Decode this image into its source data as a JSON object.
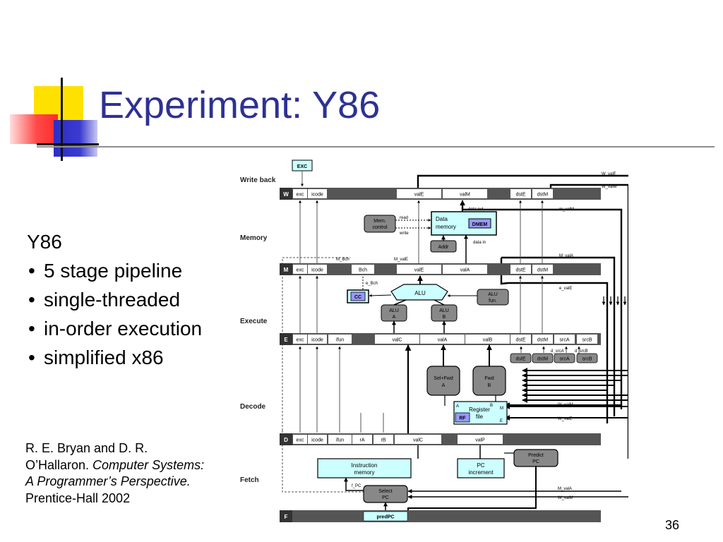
{
  "slide": {
    "title": "Experiment: Y86",
    "heading": "Y86",
    "bullets": [
      "5 stage pipeline",
      "single-threaded",
      "in-order execution",
      "simplified x86"
    ],
    "reference": {
      "line1": "R. E. Bryan and D. R.",
      "line2_plain": "O’Hallaron. ",
      "line2_italic": "Computer Systems:",
      "line3_italic": "A Programmer’s Perspective.",
      "line4": "Prentice-Hall 2002"
    },
    "page_number": "36"
  },
  "colors": {
    "title": "#2e3192",
    "deco_yellow": "#ffe100",
    "deco_red": "#ff4444",
    "deco_blue": "#3333cc",
    "unit_cyan": "#ccffff",
    "unit_gray": "#888888",
    "register_bar": "#555555"
  },
  "diagram": {
    "stage_labels": {
      "write_back": "Write back",
      "memory": "Memory",
      "execute": "Execute",
      "decode": "Decode",
      "fetch": "Fetch"
    },
    "exc": "EXC",
    "registers": {
      "W": [
        "W",
        "exc",
        "icode",
        "valE",
        "valM",
        "dstE",
        "dstM"
      ],
      "M": [
        "M",
        "exc",
        "icode",
        "Bch",
        "valE",
        "valA",
        "dstE",
        "dstM"
      ],
      "E": [
        "E",
        "exc",
        "icode",
        "ifun",
        "valC",
        "valA",
        "valB",
        "dstE",
        "dstM",
        "srcA",
        "srcB"
      ],
      "D": [
        "D",
        "exc",
        "icode",
        "ifun",
        "rA",
        "rB",
        "valC",
        "valP"
      ],
      "F": [
        "F",
        "predPC"
      ]
    },
    "decode_fields": [
      "dstE",
      "dstM",
      "srcA",
      "srcB"
    ],
    "units": {
      "mem_control": [
        "Mem.",
        "control"
      ],
      "data_memory": [
        "Data",
        "memory"
      ],
      "dmem": "DMEM",
      "addr": "Addr",
      "alu": "ALU",
      "cc": "CC",
      "alu_fun": [
        "ALU",
        "fun."
      ],
      "alu_a": [
        "ALU",
        "A"
      ],
      "alu_b": [
        "ALU",
        "B"
      ],
      "sel_fwd_a": [
        "Sel+Fwd",
        "A"
      ],
      "fwd_b": [
        "Fwd",
        "B"
      ],
      "register_file": [
        "Register",
        "file"
      ],
      "rf": "RF",
      "instruction_memory": [
        "Instruction",
        "memory"
      ],
      "pc_increment": [
        "PC",
        "increment"
      ],
      "predict_pc": [
        "Predict",
        "PC"
      ],
      "select_pc": [
        "Select",
        "PC"
      ]
    },
    "signals": {
      "w_vale": "W_valE",
      "w_valm": "W_valM",
      "data_out": "data out",
      "m_valm": "m_valM",
      "read": "read",
      "write": "write",
      "data_in": "data in",
      "m_bch": "M_Bch",
      "m_vale": "M_valE",
      "m_vala": "M_valA",
      "e_bch": "e_Bch",
      "e_vale": "e_valE",
      "d_srca": "d_srcA",
      "d_srcb": "d_srcB",
      "rf_a": "A",
      "rf_b": "B",
      "rf_m": "M",
      "rf_e": "E",
      "f_pc": "f_PC"
    }
  }
}
